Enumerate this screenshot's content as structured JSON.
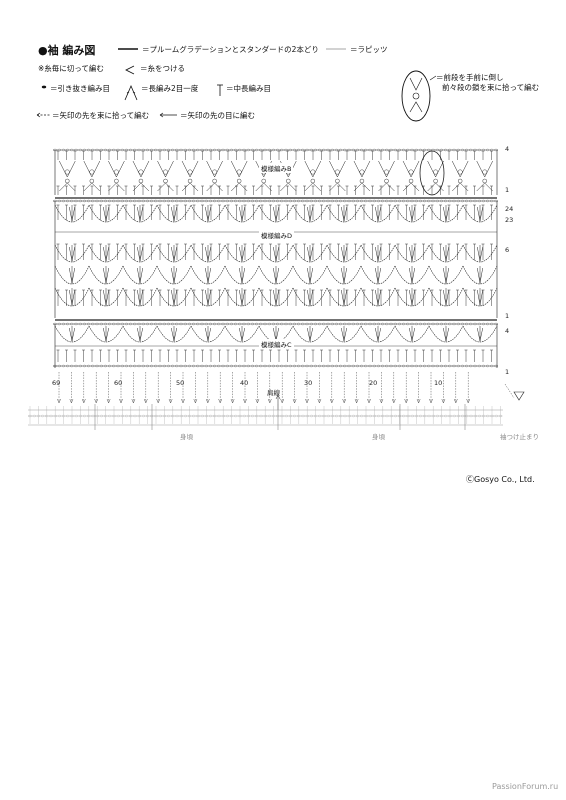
{
  "title": "●袖 編み図",
  "legend": {
    "line_solid": "＝プルームグラデーションとスタンダードの2本どり",
    "line_thin": "＝ラピッツ",
    "note": "※糸毎に切って編む",
    "join": "＝糸をつける",
    "slip": "＝引き抜き編み目",
    "dc2tog": "＝長編み2目一度",
    "hdc": "＝中長編み目",
    "arrow_dashed": "＝矢印の先を束に拾って編む",
    "arrow_solid": "＝矢印の先の目に編む",
    "oval_note_1": "＝前段を手前に倒し",
    "oval_note_2": "前々段の鎖を束に拾って編む"
  },
  "pattern_labels": {
    "b": "模様編みB",
    "d": "模様編みD",
    "c": "模様編みC"
  },
  "row_numbers": [
    "4",
    "1",
    "24",
    "23",
    "6",
    "1",
    "4",
    "1"
  ],
  "column_numbers": [
    "69",
    "60",
    "50",
    "40",
    "30",
    "20",
    "10"
  ],
  "shoulder": "肩線",
  "body_labels": [
    "身頃",
    "身頃"
  ],
  "sleeve_end": "袖つけ止まり",
  "copyright": "ⒸGosyo Co., Ltd.",
  "watermark": "PassionForum.ru"
}
